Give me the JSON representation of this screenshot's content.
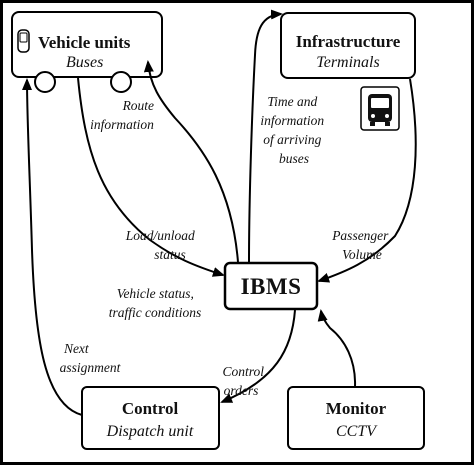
{
  "nodes": {
    "vehicle": {
      "title": "Vehicle units",
      "subtitle": "Buses"
    },
    "infrastructure": {
      "title": "Infrastructure",
      "subtitle": "Terminals"
    },
    "ibms": {
      "title": "IBMS"
    },
    "control": {
      "title": "Control",
      "subtitle": "Dispatch unit"
    },
    "monitor": {
      "title": "Monitor",
      "subtitle": "CCTV"
    }
  },
  "edges": {
    "route_information": [
      "Route",
      "information"
    ],
    "time_info": [
      "Time and",
      "information",
      "of arriving",
      "buses"
    ],
    "load_unload": [
      "Load/unload",
      "status"
    ],
    "passenger_volume": [
      "Passenger",
      "Volume"
    ],
    "vehicle_status": [
      "Vehicle status,",
      "traffic conditions"
    ],
    "next_assignment": [
      "Next",
      "assignment"
    ],
    "control_orders": [
      "Control",
      "orders"
    ]
  },
  "icons": [
    "bus-icon",
    "bus-outline-icon",
    "wheel-icon"
  ]
}
